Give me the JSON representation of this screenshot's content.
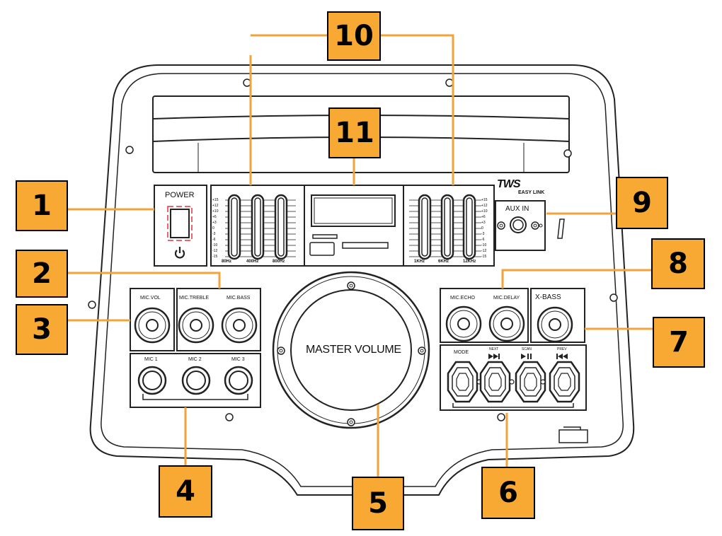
{
  "callouts": [
    "1",
    "2",
    "3",
    "4",
    "5",
    "6",
    "7",
    "8",
    "9",
    "10",
    "11"
  ],
  "labels": {
    "power": "POWER",
    "mic_vol": "MIC.VOL",
    "mic_treble": "MIC.TREBLE",
    "mic_bass": "MIC.BASS",
    "mic1": "MIC 1",
    "mic2": "MIC 2",
    "mic3": "MIC 3",
    "master_volume": "MASTER VOLUME",
    "mic_echo": "MIC.ECHO",
    "mic_delay": "MIC.DELAY",
    "x_bass": "X-BASS",
    "mode": "MODE",
    "next": "NEXT",
    "scan": "SCAN",
    "prev": "PREV",
    "aux_in": "AUX IN",
    "tws": "TWS",
    "easy_link": "EASY LINK"
  },
  "eq_left": {
    "bands": [
      "80Hz",
      "400Hz",
      "800Hz"
    ],
    "scale": [
      "+15",
      "+12",
      "+10",
      "+6",
      "+3",
      "0",
      "-3",
      "-6",
      "-10",
      "-12",
      "-15"
    ]
  },
  "eq_right": {
    "bands": [
      "1KHz",
      "6KHz",
      "12KHz"
    ],
    "scale": [
      "+15",
      "+12",
      "+10",
      "+6",
      "+3",
      "0",
      "-3",
      "-6",
      "-10",
      "-12",
      "-15"
    ]
  },
  "colors": {
    "callout_fill": "#f7a934",
    "leader_line": "#f2a33a",
    "outline": "#222222"
  }
}
